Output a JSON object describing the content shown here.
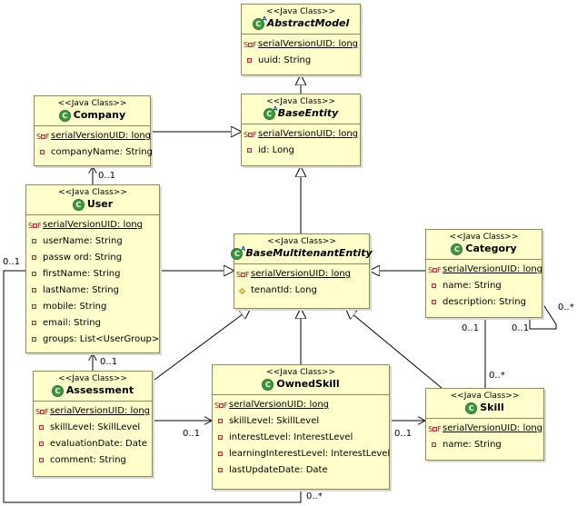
{
  "stereotype": "<<Java Class>>",
  "classes": {
    "abstract_model": {
      "name": "AbstractModel",
      "attrs": [
        "serialVersionUID: long",
        "uuid: String"
      ]
    },
    "base_entity": {
      "name": "BaseEntity",
      "attrs": [
        "serialVersionUID: long",
        "id: Long"
      ]
    },
    "company": {
      "name": "Company",
      "attrs": [
        "serialVersionUID: long",
        "companyName: String"
      ]
    },
    "user": {
      "name": "User",
      "attrs": [
        "serialVersionUID: long",
        "userName: String",
        "passw ord: String",
        "firstName: String",
        "lastName: String",
        "mobile: String",
        "email: String",
        "groups: List<UserGroup>"
      ]
    },
    "base_multitenant_entity": {
      "name": "BaseMultitenantEntity",
      "attrs": [
        "serialVersionUID: long",
        "tenantId: Long"
      ]
    },
    "category": {
      "name": "Category",
      "attrs": [
        "serialVersionUID: long",
        "name: String",
        "description: String"
      ]
    },
    "assessment": {
      "name": "Assessment",
      "attrs": [
        "serialVersionUID: long",
        "skillLevel: SkillLevel",
        "evaluationDate: Date",
        "comment: String"
      ]
    },
    "owned_skill": {
      "name": "OwnedSkill",
      "attrs": [
        "serialVersionUID: long",
        "skillLevel: SkillLevel",
        "interestLevel: InterestLevel",
        "learningInterestLevel: InterestLevel",
        "lastUpdateDate: Date"
      ]
    },
    "skill": {
      "name": "Skill",
      "attrs": [
        "serialVersionUID: long",
        "name: String"
      ]
    }
  },
  "multiplicities": {
    "user_company": "0..1",
    "user_left": "0..1",
    "assessment_user": "0..1",
    "assessment_owned": "0..1",
    "owned_skill": "0..1",
    "category_bottom": "0..1",
    "category_self_a": "0..1",
    "category_self_b": "0..*",
    "skill_top": "0..*",
    "owned_bottom": "0..*"
  }
}
